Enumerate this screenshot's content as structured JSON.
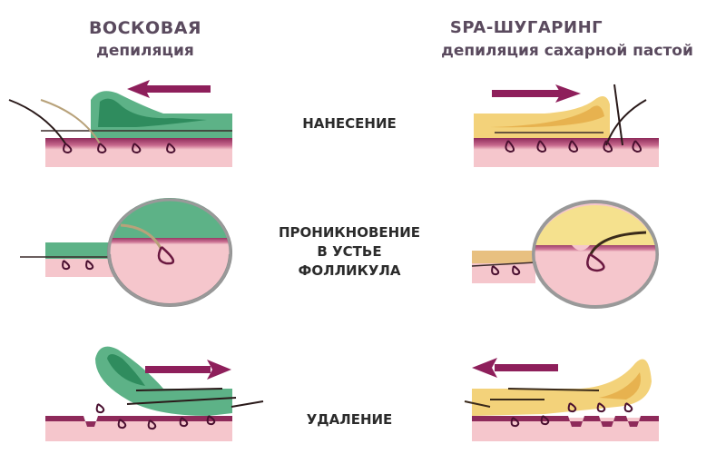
{
  "left_header": {
    "line1": "ВОСКОВАЯ",
    "line2": "депиляция"
  },
  "right_header": {
    "line1": "SPA-ШУГАРИНГ",
    "line2": "депиляция сахарной пастой"
  },
  "steps": [
    {
      "label": "НАНЕСЕНИЕ"
    },
    {
      "line1": "ПРОНИКНОВЕНИЕ",
      "line2": "В УСТЬЕ",
      "line3": "ФОЛЛИКУЛА"
    },
    {
      "label": "УДАЛЕНИЕ"
    }
  ],
  "colors": {
    "wax_green": "#5db287",
    "wax_dark_green": "#2f8c5e",
    "sugar_yellow": "#f3d27a",
    "sugar_dark": "#e7b24f",
    "skin_pink": "#f5c6cc",
    "skin_dark": "#8e2a5a",
    "arrow": "#8e1f5b",
    "title": "#5a4a5e"
  }
}
